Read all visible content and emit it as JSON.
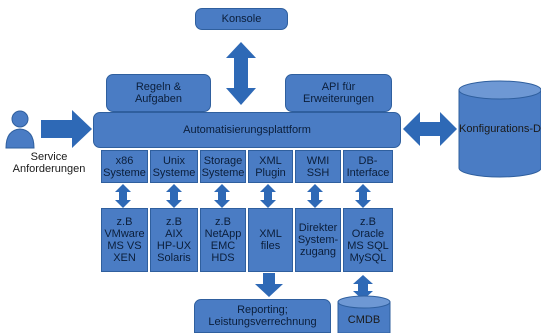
{
  "nodes": {
    "konsole": "Konsole",
    "regeln": "Regeln &\nAufgaben",
    "api": "API für\nErweiterungen",
    "plattform": "Automatisierungsplattform",
    "konfig_db": "Konfigurations-DB",
    "service": "Service\nAnforderungen",
    "reporting": "Reporting;\nLeistungsverrechnung",
    "cmdb": "CMDB"
  },
  "interfaces": [
    "x86\nSysteme",
    "Unix\nSysteme",
    "Storage\nSysteme",
    "XML\nPlugin",
    "WMI\nSSH",
    "DB-\nInterface"
  ],
  "targets": [
    "z.B\nVMware\nMS VS\nXEN",
    "z.B\nAIX\nHP-UX\nSolaris",
    "z.B\nNetApp\nEMC\nHDS",
    "XML\nfiles",
    "Direkter\nSystem-\nzugang",
    "z.B\nOracle\nMS SQL\nMySQL"
  ],
  "colors": {
    "box_fill": "#4a7cc4",
    "arrow": "#2e69b6",
    "text": "#0b1e3a"
  }
}
